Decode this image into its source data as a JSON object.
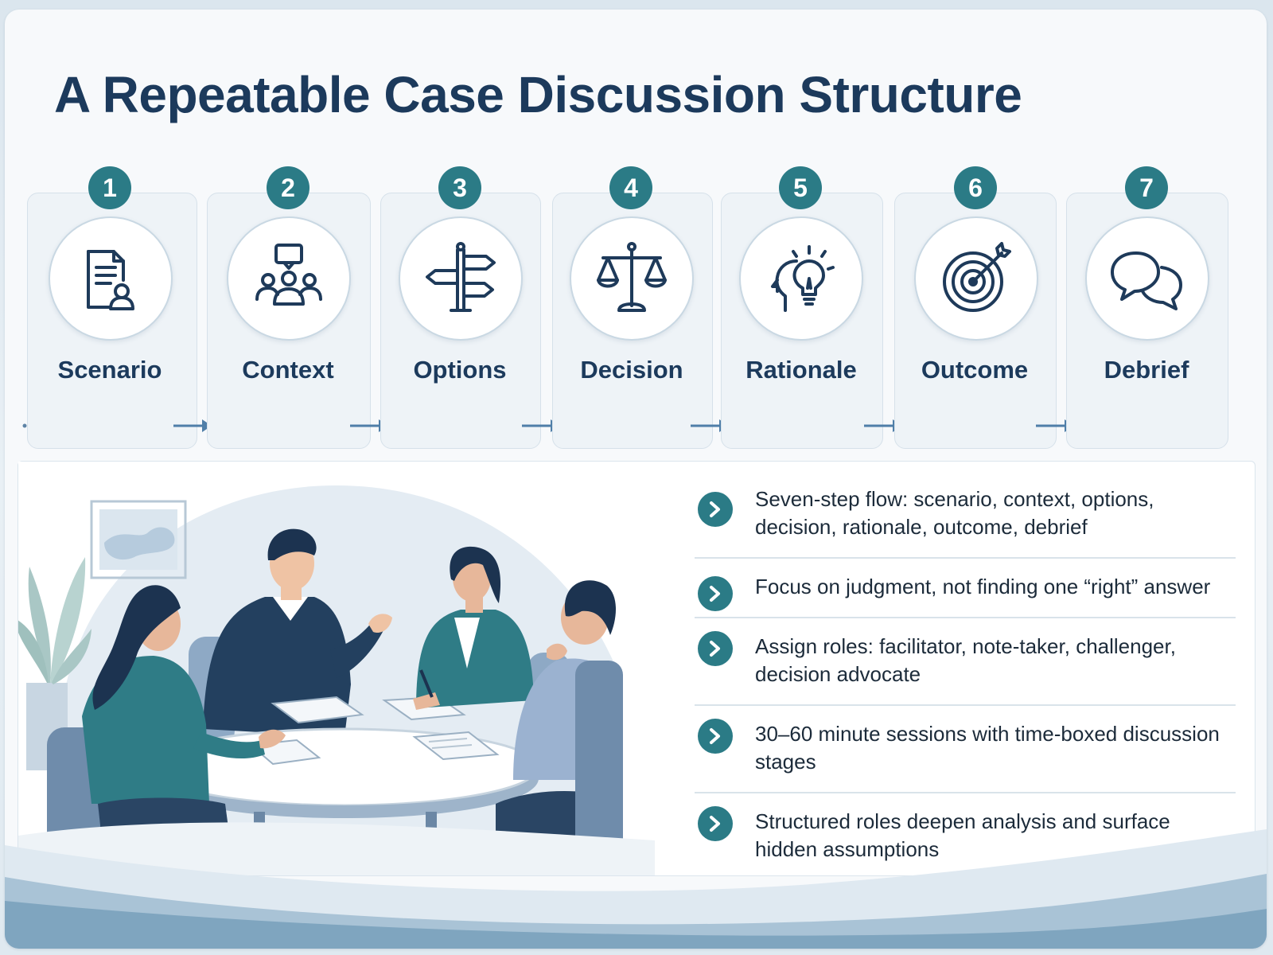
{
  "title": "A Repeatable Case Discussion Structure",
  "colors": {
    "accent": "#2b7b86",
    "navy": "#1c3a5c",
    "icon": "#1e3a5a"
  },
  "steps": [
    {
      "num": "1",
      "label": "Scenario",
      "icon": "document-person-icon"
    },
    {
      "num": "2",
      "label": "Context",
      "icon": "group-discussion-icon"
    },
    {
      "num": "3",
      "label": "Options",
      "icon": "signpost-icon"
    },
    {
      "num": "4",
      "label": "Decision",
      "icon": "scales-icon"
    },
    {
      "num": "5",
      "label": "Rationale",
      "icon": "lightbulb-head-icon"
    },
    {
      "num": "6",
      "label": "Outcome",
      "icon": "target-icon"
    },
    {
      "num": "7",
      "label": "Debrief",
      "icon": "speech-bubbles-icon"
    }
  ],
  "bullets": [
    "Seven-step flow: scenario, context, options, decision, rationale, outcome, debrief",
    "Focus on judgment, not finding one “right” answer",
    "Assign roles: facilitator, note-taker, challenger, decision advocate",
    "30–60 minute sessions with time-boxed discussion stages",
    "Structured roles deepen analysis and surface hidden assumptions"
  ]
}
